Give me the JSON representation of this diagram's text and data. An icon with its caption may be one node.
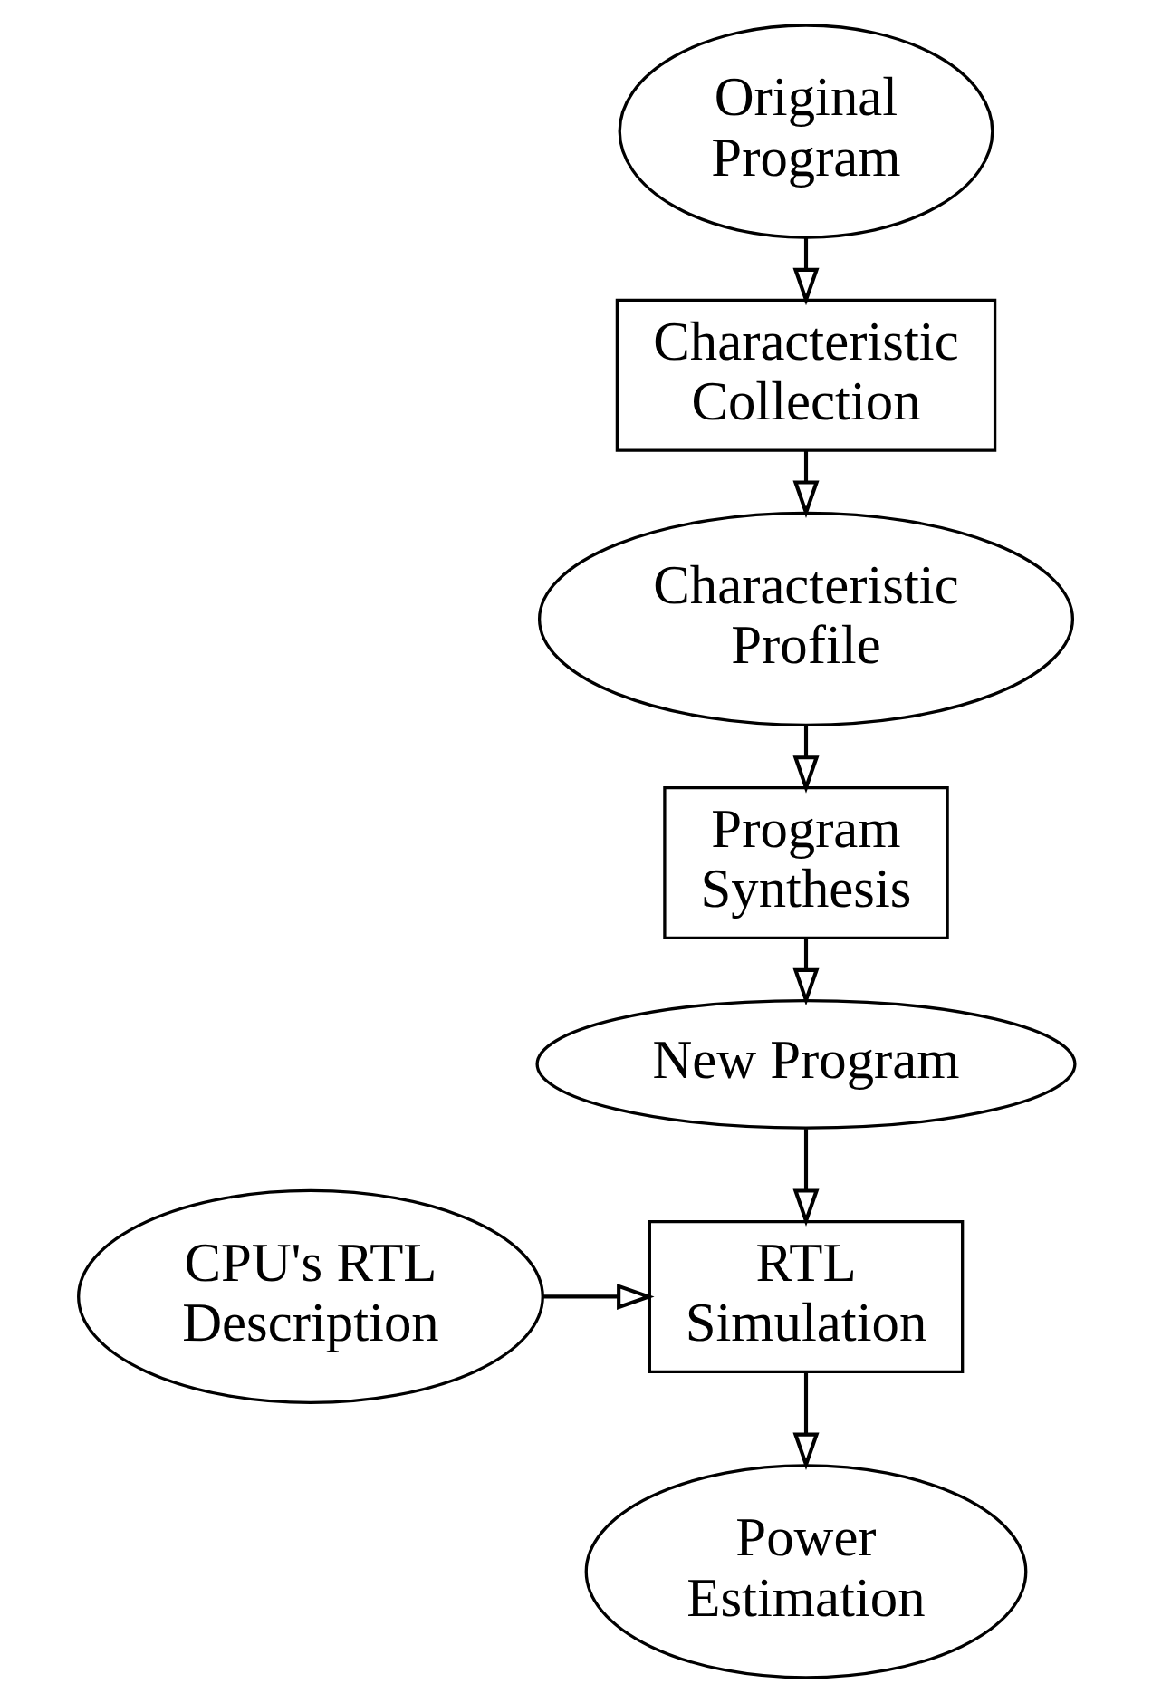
{
  "diagram": {
    "nodes": [
      {
        "text": [
          "Original Program"
        ]
      },
      {
        "text": [
          "Characteristic Collection"
        ]
      },
      {
        "text": [
          "Characteristic Profile"
        ]
      },
      {
        "text": [
          "Program Synthesis"
        ]
      },
      {
        "text": [
          "New Program"
        ]
      },
      {
        "text": [
          "CPU's RTL Description"
        ]
      },
      {
        "text": [
          "RTL Simulation"
        ]
      },
      {
        "text": [
          "Power Estimation"
        ]
      }
    ],
    "edges": [
      {
        "from": 0,
        "to": 1,
        "arrow": "to"
      },
      {
        "from": 1,
        "to": 2,
        "arrow": "to"
      },
      {
        "from": 2,
        "to": 3,
        "arrow": "to"
      },
      {
        "from": 3,
        "to": 4,
        "arrow": "to"
      },
      {
        "from": 4,
        "to": 6,
        "arrow": "to"
      },
      {
        "from": 5,
        "to": 6,
        "arrow": "to"
      },
      {
        "from": 6,
        "to": 7,
        "arrow": "to"
      }
    ]
  }
}
